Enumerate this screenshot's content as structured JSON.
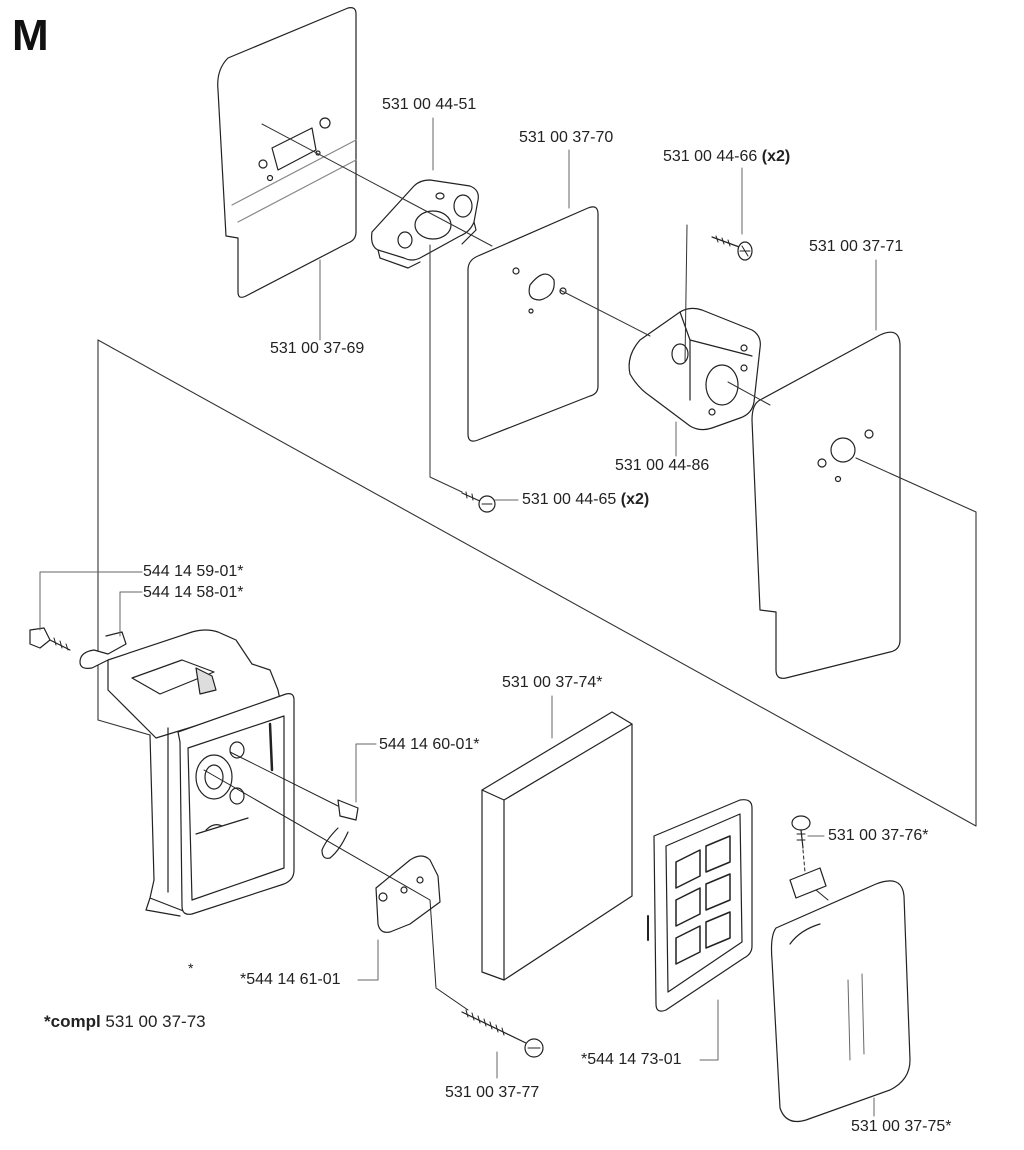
{
  "section": "M",
  "asterisk": "*",
  "compl": {
    "prefix": "*compl",
    "number": "531 00 37-73"
  },
  "parts": {
    "p3769": {
      "number": "531 00 37-69",
      "qty": ""
    },
    "p4451": {
      "number": "531 00 44-51",
      "qty": ""
    },
    "p3770": {
      "number": "531 00 37-70",
      "qty": ""
    },
    "p4466": {
      "number": "531 00 44-66",
      "qty": "(x2)"
    },
    "p3771": {
      "number": "531 00 37-71",
      "qty": ""
    },
    "p4486": {
      "number": "531 00 44-86",
      "qty": ""
    },
    "p4465": {
      "number": "531 00 44-65",
      "qty": "(x2)"
    },
    "p5901": {
      "number": "544 14 59-01*",
      "qty": ""
    },
    "p5801": {
      "number": "544 14 58-01*",
      "qty": ""
    },
    "p3774": {
      "number": "531 00 37-74*",
      "qty": ""
    },
    "p6001": {
      "number": "544 14 60-01*",
      "qty": ""
    },
    "p3776": {
      "number": "531 00 37-76*",
      "qty": ""
    },
    "p6101": {
      "number": "*544 14 61-01",
      "qty": ""
    },
    "p7301": {
      "number": "*544 14 73-01",
      "qty": ""
    },
    "p3777": {
      "number": "531 00 37-77",
      "qty": ""
    },
    "p3775": {
      "number": "531 00 37-75*",
      "qty": ""
    }
  }
}
